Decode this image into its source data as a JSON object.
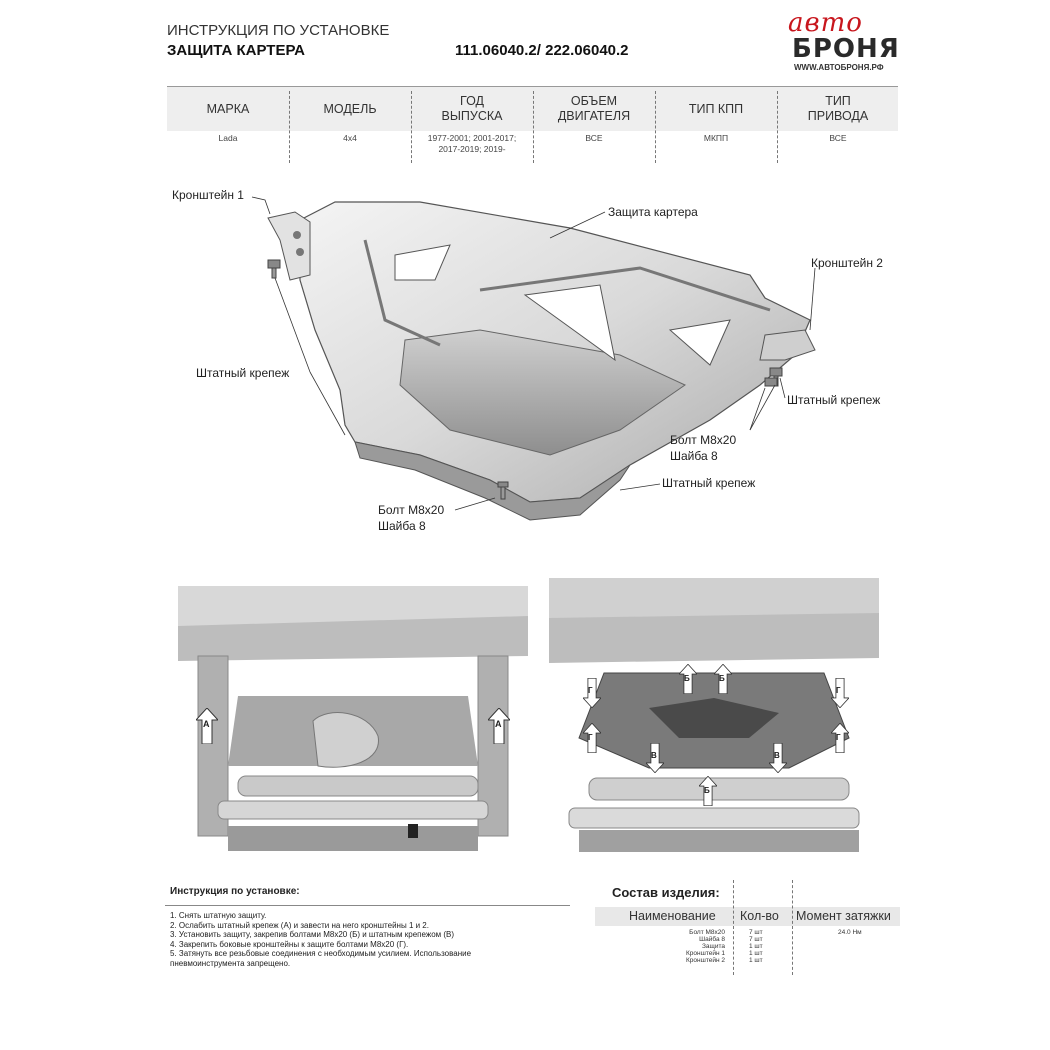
{
  "header": {
    "title": "ИНСТРУКЦИЯ ПО УСТАНОВКЕ",
    "subtitle": "ЗАЩИТА КАРТЕРА",
    "part_codes": "111.06040.2/ 222.06040.2"
  },
  "logo": {
    "script": "авто",
    "brand": "БРОНЯ",
    "site": "WWW.АВТОБРОНЯ.РФ"
  },
  "vehicle_table": {
    "columns": [
      {
        "header": "МАРКА",
        "value": "Lada"
      },
      {
        "header": "МОДЕЛЬ",
        "value": "4x4"
      },
      {
        "header": "ГОД ВЫПУСКА",
        "value": "1977-2001; 2001-2017; 2017-2019; 2019-"
      },
      {
        "header": "ОБЪЕМ ДВИГАТЕЛЯ",
        "value": "ВСЕ"
      },
      {
        "header": "ТИП КПП",
        "value": "МКПП"
      },
      {
        "header": "ТИП ПРИВОДА",
        "value": "ВСЕ"
      }
    ]
  },
  "diagram_labels": {
    "bracket1": "Кронштейн 1",
    "guard": "Защита картера",
    "bracket2": "Кронштейн 2",
    "std_fastener_left": "Штатный крепеж",
    "std_fastener_right": "Штатный крепеж",
    "std_fastener_bottom": "Штатный крепеж",
    "bolt_right_1": "Болт М8х20",
    "bolt_right_2": "Шайба 8",
    "bolt_bottom_1": "Болт М8х20",
    "bolt_bottom_2": "Шайба 8"
  },
  "photo_markers": {
    "left": [
      "А",
      "А"
    ],
    "right": [
      "Б",
      "Б",
      "Б",
      "Г",
      "Г",
      "Г",
      "Г",
      "В",
      "В"
    ]
  },
  "instructions": {
    "title": "Инструкция по установке:",
    "steps": [
      "1. Снять штатную защиту.",
      "2. Ослабить штатный крепеж (А) и завести на него кронштейны 1 и 2.",
      "3. Установить защиту, закрепив болтами М8х20 (Б) и штатным крепежом (В)",
      "4. Закрепить боковые кронштейны к защите болтами М8х20 (Г).",
      "5. Затянуть все резьбовые соединения с необходимым усилием. Использование",
      "пневмоинструмента запрещено."
    ]
  },
  "composition": {
    "title": "Состав изделия:",
    "headers": [
      "Наименование",
      "Кол-во",
      "Момент затяжки"
    ],
    "rows": [
      {
        "name": "Болт М8х20",
        "qty": "7 шт",
        "torque": "24.0 Нм"
      },
      {
        "name": "Шайба 8",
        "qty": "7 шт",
        "torque": ""
      },
      {
        "name": "Защита",
        "qty": "1 шт",
        "torque": ""
      },
      {
        "name": "Кронштейн 1",
        "qty": "1 шт",
        "torque": ""
      },
      {
        "name": "Кронштейн 2",
        "qty": "1 шт",
        "torque": ""
      }
    ]
  }
}
